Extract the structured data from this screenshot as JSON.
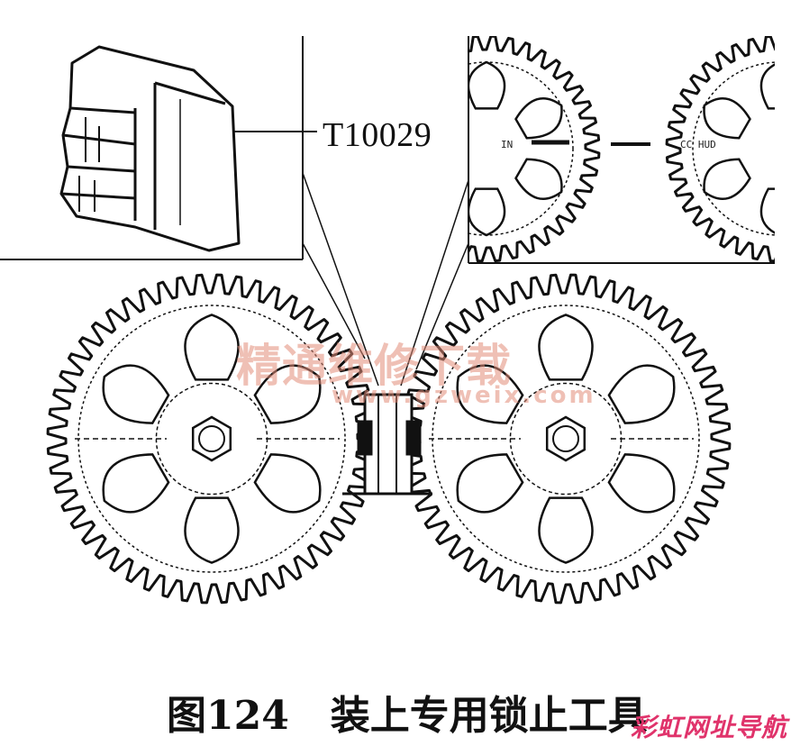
{
  "callout_label": "T10029",
  "watermark_cn": "精通维修下载",
  "watermark_url": "www.gzweix.com",
  "caption": "图124   装上专用锁止工具",
  "corner_watermark": "彩虹网址导航",
  "gear_labels": {
    "detail_left": "IN",
    "detail_right": "CC HUD"
  },
  "colors": {
    "line": "#111111",
    "watermark": "#e28c78",
    "corner_watermark": "#e0336b"
  }
}
